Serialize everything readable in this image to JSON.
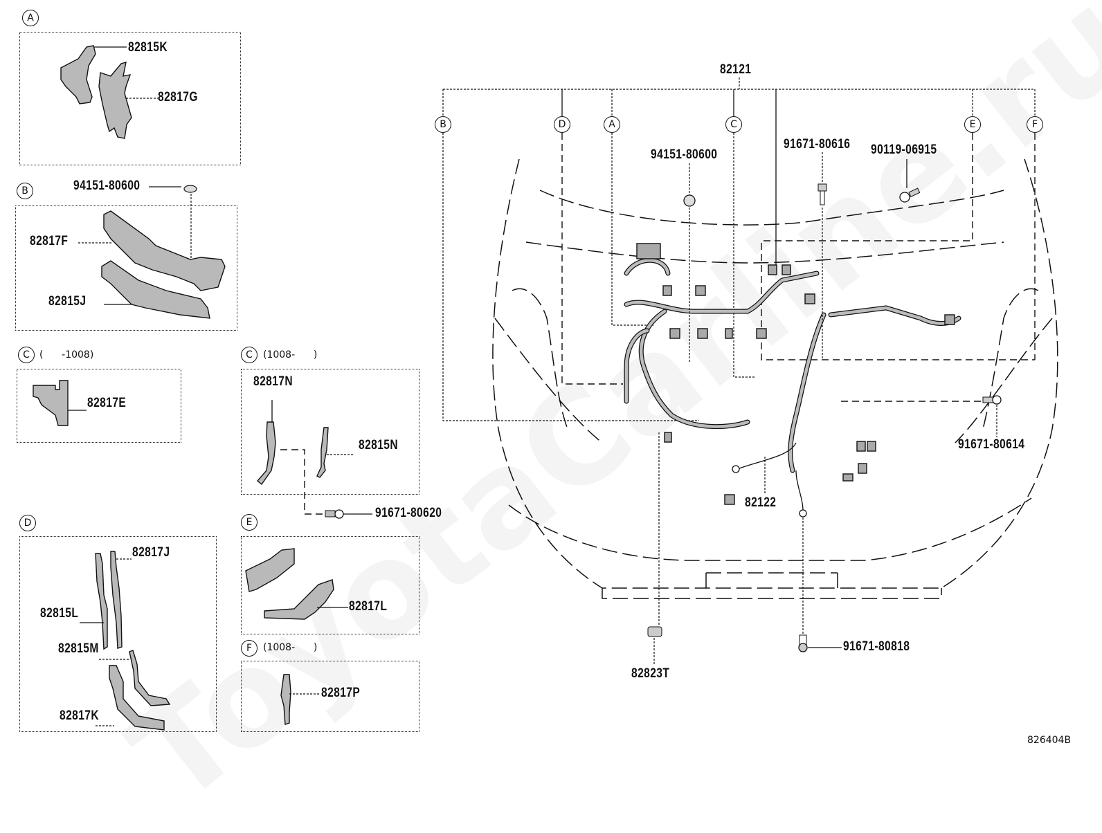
{
  "diagram": {
    "title_part": "82121",
    "diagram_code": "826404B",
    "watermark": "ToyotaCarline.ru",
    "callouts_top": [
      "B",
      "D",
      "A",
      "C",
      "E",
      "F"
    ],
    "main_parts": {
      "harness_sub": "82122",
      "clip_bottom": "82823T",
      "nut_top": "94151-80600",
      "bolt_top_a": "91671-80616",
      "screw_top": "90119-06915",
      "bolt_right": "91671-80614",
      "bolt_bottom": "91671-80818"
    },
    "panels": {
      "A": {
        "label": "A",
        "parts": [
          "82815K",
          "82817G"
        ]
      },
      "B": {
        "label": "B",
        "nut": "94151-80600",
        "parts": [
          "82817F",
          "82815J"
        ]
      },
      "C_old": {
        "label": "C",
        "range": "(      -1008)",
        "parts": [
          "82817E"
        ]
      },
      "C_new": {
        "label": "C",
        "range": "(1008-      )",
        "parts": [
          "82817N",
          "82815N"
        ],
        "bolt": "91671-80620"
      },
      "D": {
        "label": "D",
        "parts": [
          "82817J",
          "82815L",
          "82815M",
          "82817K"
        ]
      },
      "E": {
        "label": "E",
        "parts": [
          "82817L"
        ]
      },
      "F": {
        "label": "F",
        "range": "(1008-      )",
        "parts": [
          "82817P"
        ]
      }
    }
  }
}
